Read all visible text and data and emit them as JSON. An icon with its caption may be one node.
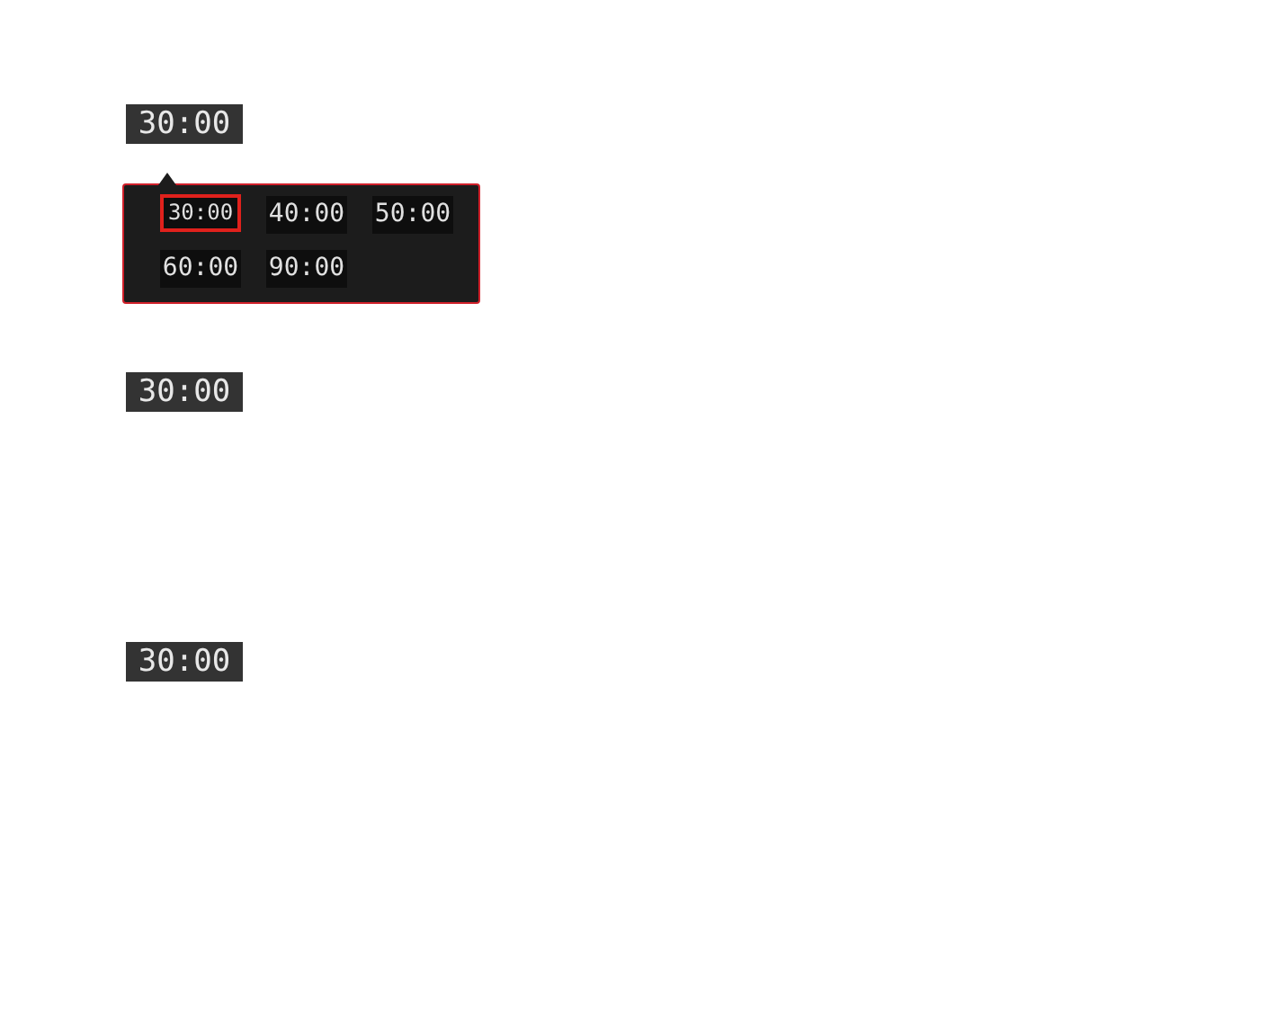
{
  "diagram": {
    "nodes": [
      {
        "text": [
          "30:00"
        ]
      },
      {
        "text": [],
        "shape": "box"
      },
      {
        "text": [
          "30:00"
        ],
        "in": 1
      },
      {
        "text": [
          "40:00"
        ],
        "in": 1
      },
      {
        "text": [
          "50:00"
        ],
        "in": 1
      },
      {
        "text": [
          "60:00"
        ],
        "in": 1
      },
      {
        "text": [
          "90:00"
        ],
        "in": 1
      },
      {
        "text": [
          "30:00"
        ]
      },
      {
        "text": [
          "30:00"
        ]
      }
    ]
  }
}
